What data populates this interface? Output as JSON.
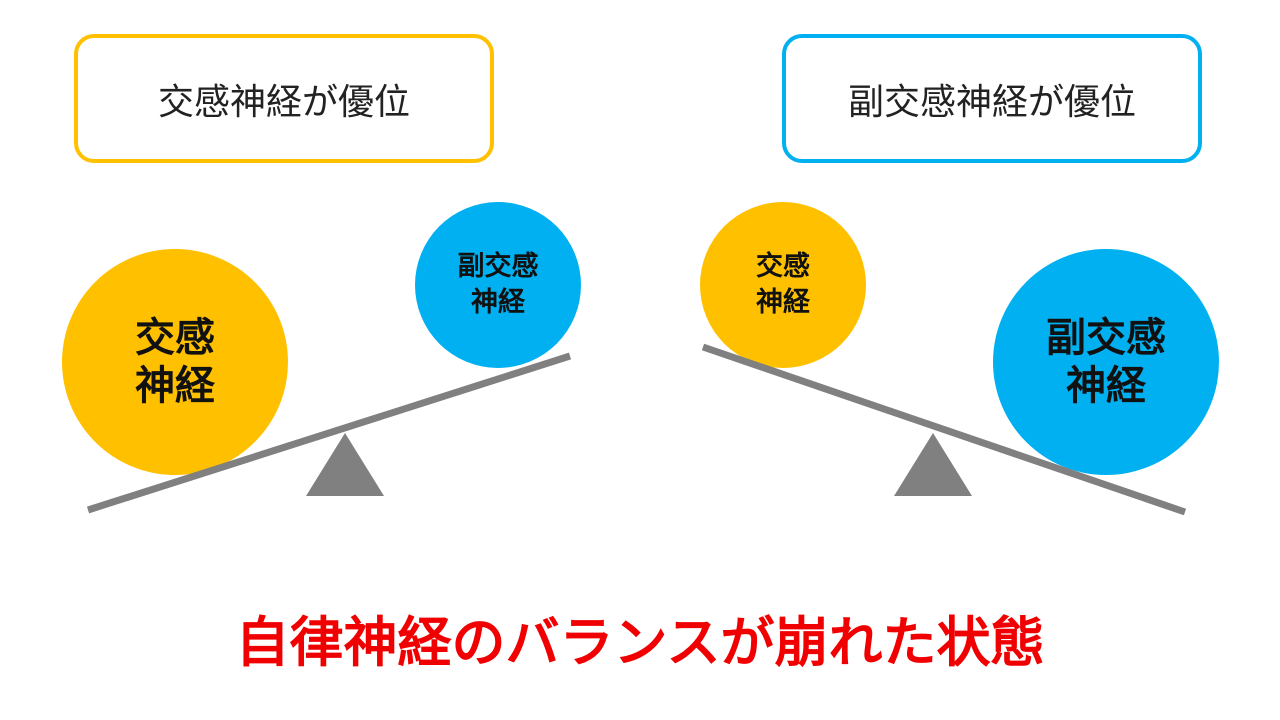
{
  "colors": {
    "sympathetic": "#FFC000",
    "parasympathetic": "#00B0F0",
    "beam": "#808080",
    "caption": "#F00000"
  },
  "left_panel": {
    "title": "交感神経が優位",
    "big_circle": "交感\n神経",
    "small_circle": "副交感\n神経"
  },
  "right_panel": {
    "title": "副交感神経が優位",
    "small_circle": "交感\n神経",
    "big_circle": "副交感\n神経"
  },
  "caption": "自律神経のバランスが崩れた状態"
}
